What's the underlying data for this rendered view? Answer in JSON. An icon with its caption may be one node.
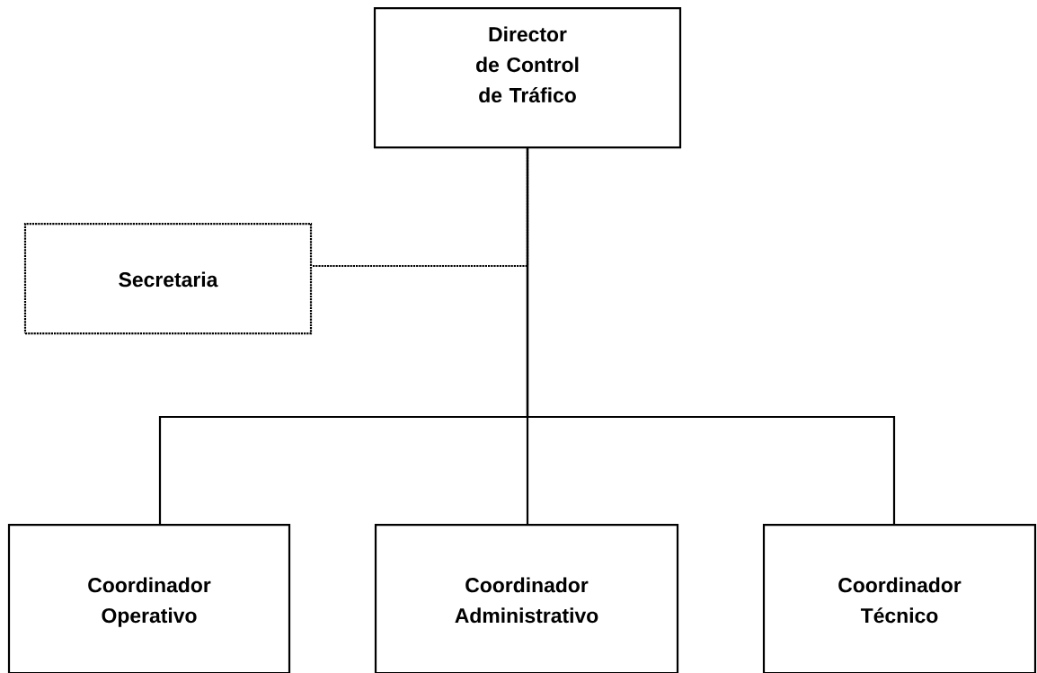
{
  "diagram": {
    "nodes": [
      {
        "text": [
          "Director de Control de Tráfico"
        ]
      },
      {
        "text": [
          "Secretaria"
        ]
      },
      {
        "text": [
          "Coordinador Operativo"
        ]
      },
      {
        "text": [
          "Coordinador Administrativo"
        ]
      },
      {
        "text": [
          "Coordinador Técnico"
        ]
      }
    ],
    "edges": [
      {
        "from": 0,
        "to": 1,
        "arrow": "none",
        "style": "dashed"
      },
      {
        "from": 0,
        "to": 2,
        "arrow": "none"
      },
      {
        "from": 0,
        "to": 3,
        "arrow": "none"
      },
      {
        "from": 0,
        "to": 4,
        "arrow": "none"
      }
    ]
  }
}
